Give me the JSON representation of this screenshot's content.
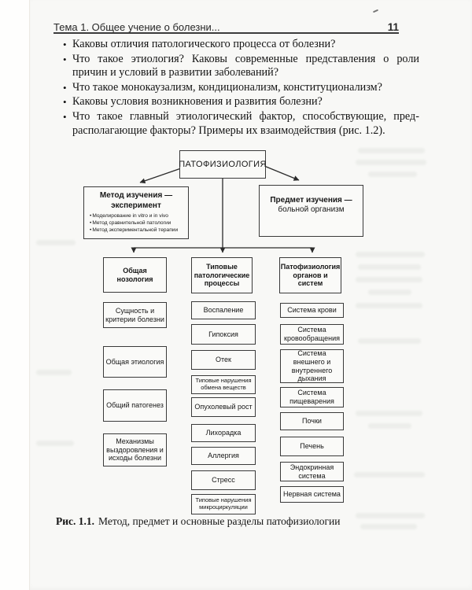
{
  "page": {
    "header": {
      "title": "Тема 1. Общее учение о болезни...",
      "page_number": "11"
    },
    "questions": [
      "Каковы отличия патологического процесса от болезни?",
      "Что такое этиология? Каковы современные представления о роли причин и условий в развитии заболеваний?",
      "Что такое монокаузализм, кондиционализм, конституционализм?",
      "Каковы условия возникновения и развития болезни?",
      "Что такое главный этиологический фактор, способствующие, пред-располагающие факторы? Примеры их взаимодействия (рис. 1.2)."
    ],
    "caption": {
      "label": "Рис. 1.1.",
      "text": "Метод, предмет и основные разделы патофизиологии"
    }
  },
  "diagram": {
    "root": "ПАТОФИЗИОЛОГИЯ",
    "method_box": {
      "title_line1": "Метод изучения —",
      "title_line2": "эксперимент",
      "items": [
        "Моделирование in vitro и in vivo",
        "Метод сравнительной патологии",
        "Метод экспериментальной терапии"
      ]
    },
    "subject_box": {
      "title": "Предмет изучения —",
      "subtitle": "больной организм"
    },
    "columns": [
      {
        "header": "Общая нозология",
        "items": [
          "Сущность и критерии болезни",
          "Общая этиология",
          "Общий патогенез",
          "Механизмы выздоровления и исходы болезни"
        ]
      },
      {
        "header": "Типовые патологические процессы",
        "items": [
          "Воспаление",
          "Гипоксия",
          "Отек",
          "Типовые нарушения обмена веществ",
          "Опухолевый рост",
          "Лихорадка",
          "Аллергия",
          "Стресс",
          "Типовые нарушения микроциркуляции"
        ]
      },
      {
        "header": "Патофизиология органов и систем",
        "items": [
          "Система крови",
          "Система кровообращения",
          "Система внешнего и внутреннего дыхания",
          "Система пищеварения",
          "Почки",
          "Печень",
          "Эндокринная система",
          "Нервная система"
        ]
      }
    ]
  },
  "colors": {
    "ink": "#1d1d1d",
    "box_border": "#3a3a3a",
    "page_background": "#f8f8f6"
  }
}
